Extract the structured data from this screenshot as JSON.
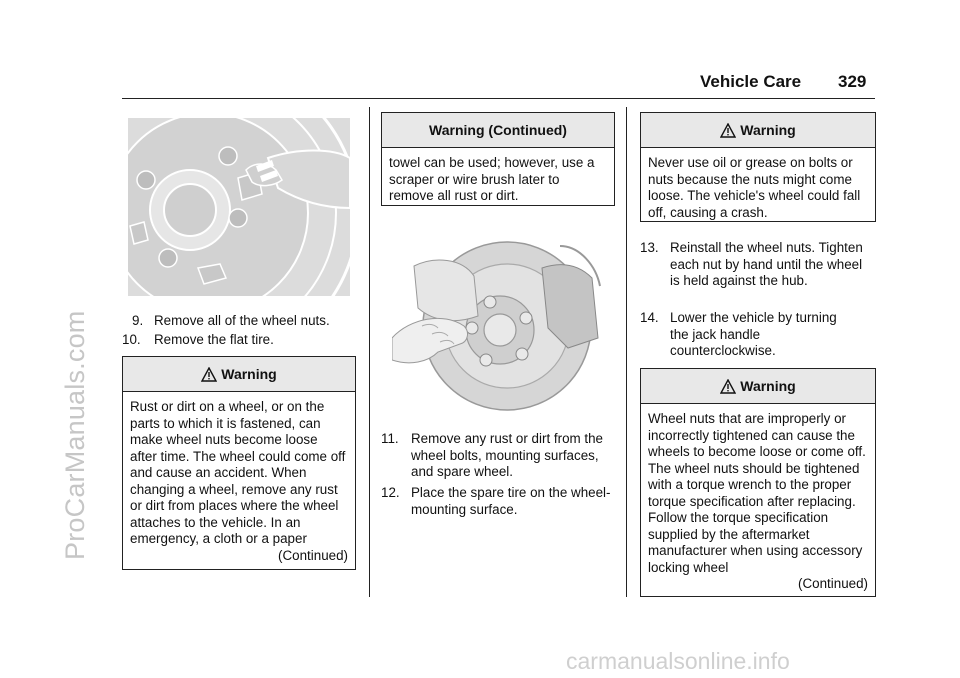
{
  "header": {
    "section_title": "Vehicle Care",
    "page_number": "329"
  },
  "watermarks": {
    "side": "ProCarManuals.com",
    "bottom": "carmanualsonline.info"
  },
  "col1": {
    "steps": [
      {
        "num": "9.",
        "text": "Remove all of the wheel nuts."
      },
      {
        "num": "10.",
        "text": "Remove the flat tire."
      }
    ],
    "warning": {
      "title": "Warning",
      "body": "Rust or dirt on a wheel, or on the parts to which it is fastened, can make wheel nuts become loose after time. The wheel could come off and cause an accident. When changing a wheel, remove any rust or dirt from places where the wheel attaches to the vehicle. In an emergency, a cloth or a paper",
      "continued": "(Continued)"
    }
  },
  "col2": {
    "warning": {
      "title": "Warning  (Continued)",
      "body": "towel can be used; however, use a scraper or wire brush later to remove all rust or dirt."
    },
    "steps": [
      {
        "num": "11.",
        "text": "Remove any rust or dirt from the wheel bolts, mounting surfaces, and spare wheel."
      },
      {
        "num": "12.",
        "text": "Place the spare tire on the wheel-mounting surface."
      }
    ]
  },
  "col3": {
    "warning1": {
      "title": "Warning",
      "body": "Never use oil or grease on bolts or nuts because the nuts might come loose. The vehicle's wheel could fall off, causing a crash."
    },
    "steps": [
      {
        "num": "13.",
        "text": "Reinstall the wheel nuts. Tighten each nut by hand until the wheel is held against the hub."
      },
      {
        "num": "14.",
        "text": "Lower the vehicle by turning the jack handle counterclockwise."
      }
    ],
    "warning2": {
      "title": "Warning",
      "body": "Wheel nuts that are improperly or incorrectly tightened can cause the wheels to become loose or come off. The wheel nuts should be tightened with a torque wrench to the proper torque specification after replacing. Follow the torque specification supplied by the aftermarket manufacturer when using accessory locking wheel",
      "continued": "(Continued)"
    }
  }
}
